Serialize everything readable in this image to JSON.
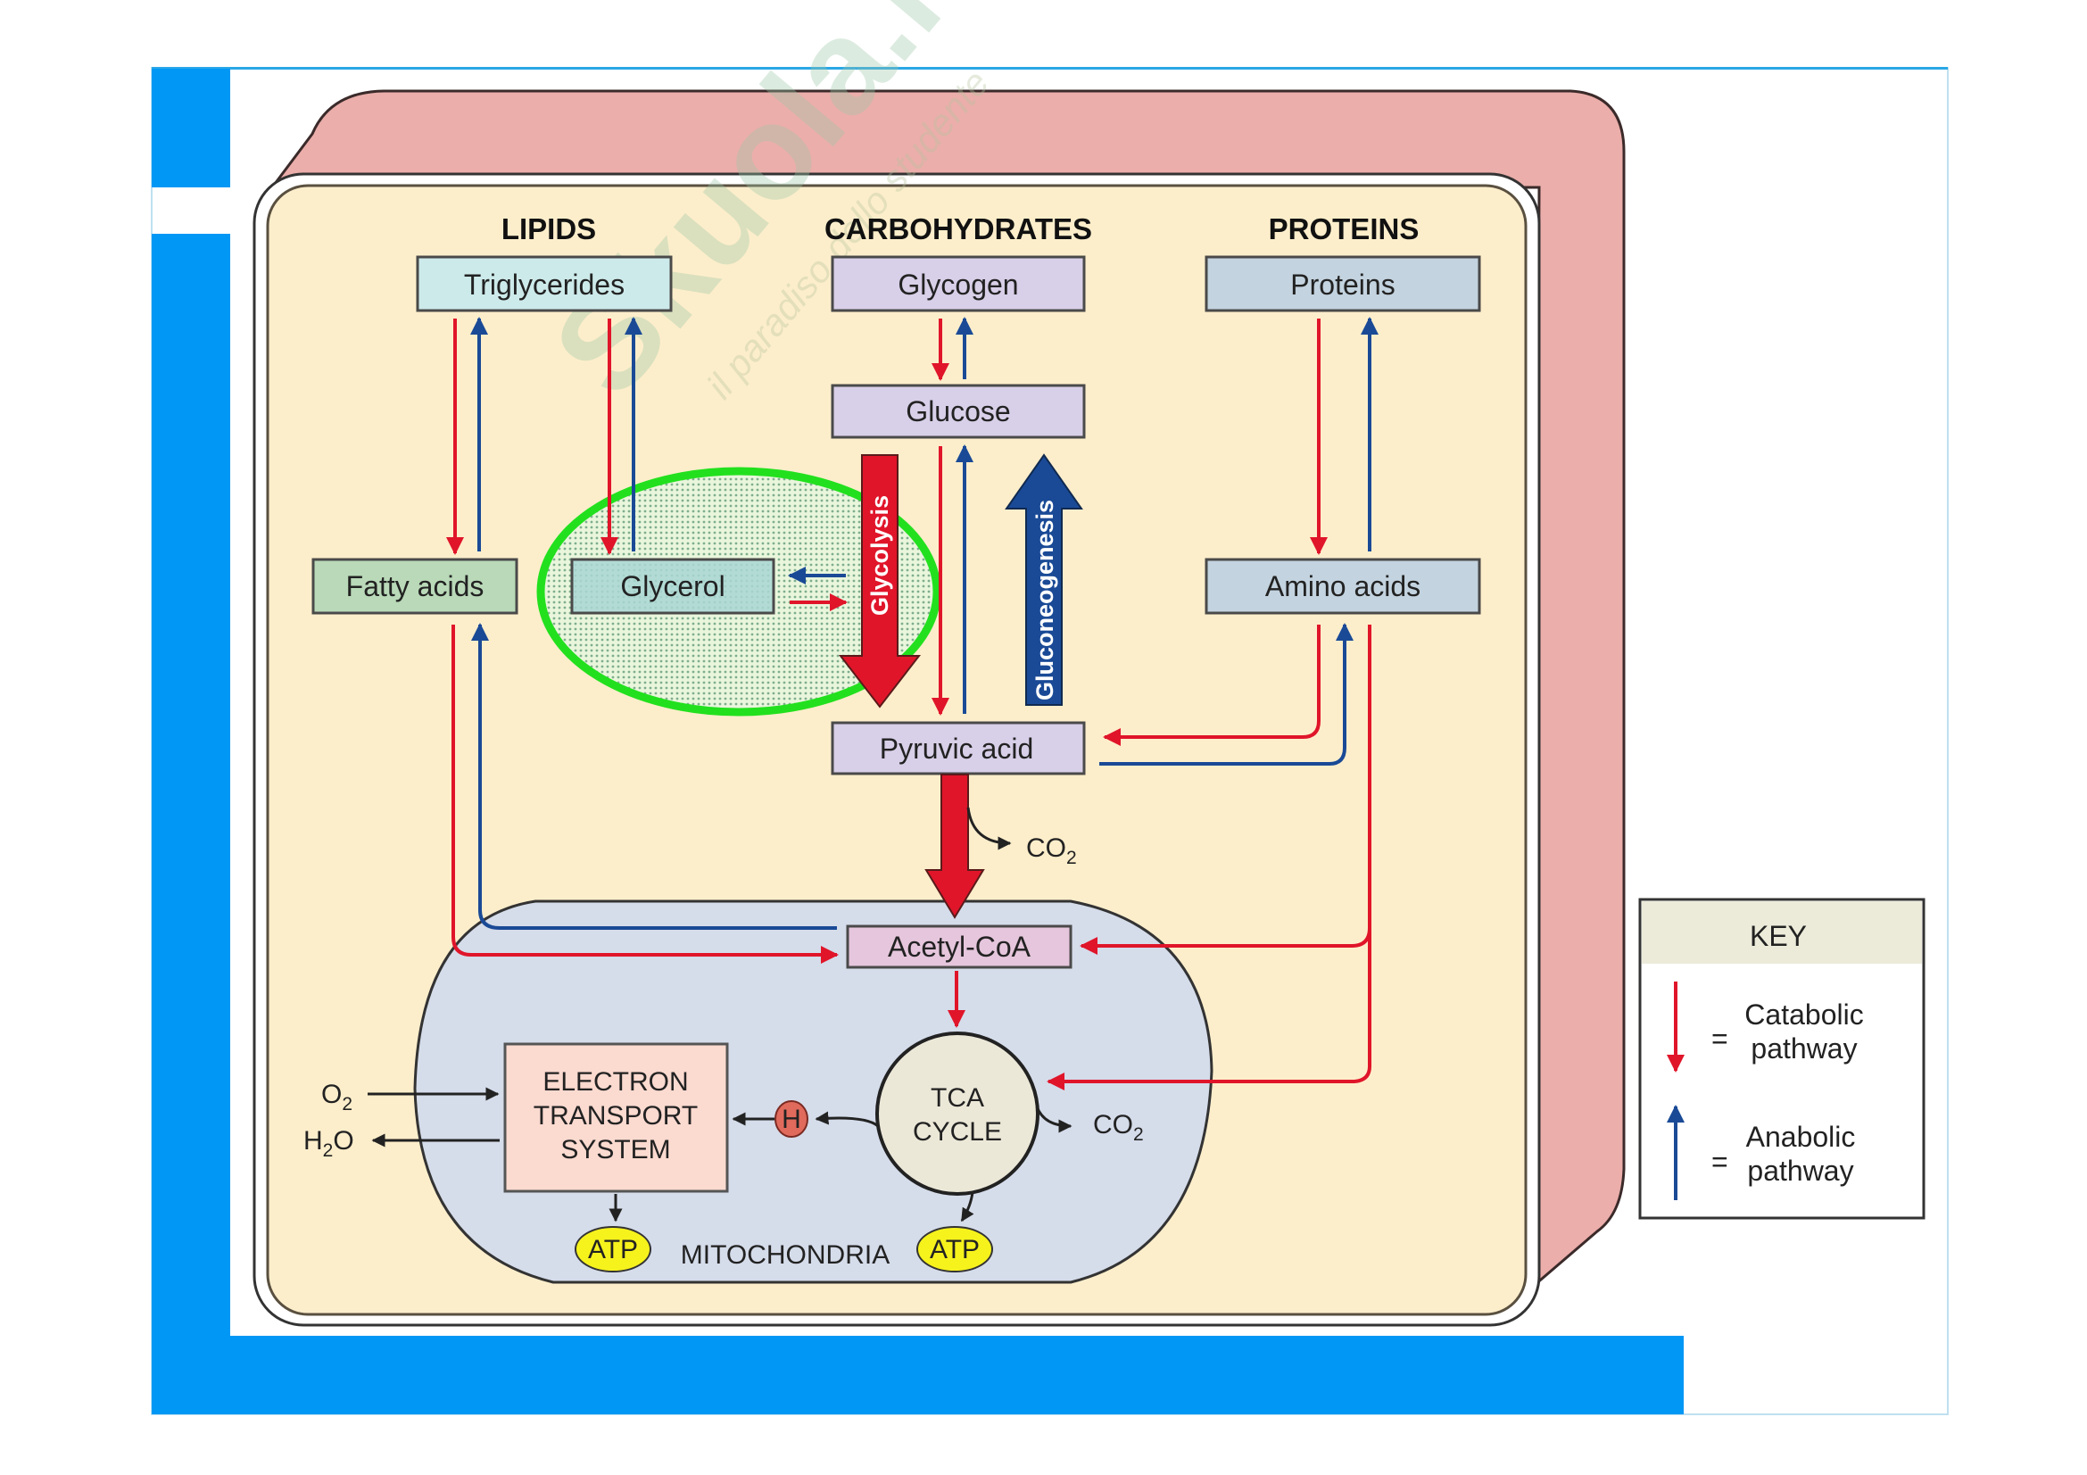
{
  "colors": {
    "slide_blue": "#0097f5",
    "cell_pink": "#ebaeaa",
    "cytoplasm_cream": "#fdeecb",
    "mitochondria_blue": "#d5dcea",
    "catabolic_red": "#e0152a",
    "anabolic_blue": "#1a4a96",
    "highlight_green": "#22e01e",
    "atp_yellow": "#f6f21c",
    "h_ion_red": "#e06a5c",
    "key_header": "#ecebda"
  },
  "watermark": {
    "brand": "Skuola.net",
    "tagline": "il paradiso dello studente"
  },
  "columns": {
    "lipids": "LIPIDS",
    "carbohydrates": "CARBOHYDRATES",
    "proteins": "PROTEINS"
  },
  "nodes": {
    "triglycerides": "Triglycerides",
    "glycogen": "Glycogen",
    "proteins": "Proteins",
    "glucose": "Glucose",
    "fatty_acids": "Fatty acids",
    "glycerol": "Glycerol",
    "amino_acids": "Amino acids",
    "pyruvic_acid": "Pyruvic acid",
    "acetyl_coa": "Acetyl-CoA",
    "ets_line1": "ELECTRON",
    "ets_line2": "TRANSPORT",
    "ets_line3": "SYSTEM",
    "tca_line1": "TCA",
    "tca_line2": "CYCLE",
    "h_ion": "H",
    "atp": "ATP",
    "mitochondria": "MITOCHONDRIA"
  },
  "pathways": {
    "glycolysis": "Glycolysis",
    "gluconeogenesis": "Gluconeogenesis"
  },
  "molecules": {
    "co2_main": "CO",
    "co2_sub": "2",
    "o2_main": "O",
    "o2_sub": "2",
    "h2o_h": "H",
    "h2o_sub": "2",
    "h2o_o": "O"
  },
  "key": {
    "title": "KEY",
    "equals": "=",
    "catabolic_line1": "Catabolic",
    "catabolic_line2": "pathway",
    "anabolic_line1": "Anabolic",
    "anabolic_line2": "pathway"
  }
}
